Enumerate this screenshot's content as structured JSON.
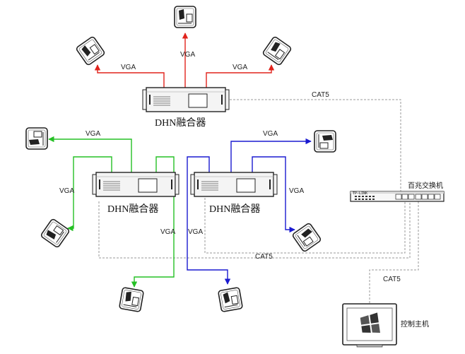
{
  "labels": {
    "vga": "VGA",
    "cat5": "CAT5",
    "fusion_device": "DHN融合器",
    "switch_name": "百兆交换机",
    "switch_model": "TP-LINK",
    "host_name": "控制主机"
  },
  "colors": {
    "top_cables": "#e0231c",
    "left_cables": "#25c025",
    "right_cables": "#1a1ad0",
    "network": "#9a9a9a"
  },
  "icons": {
    "projector": "projector-icon",
    "fusion_unit": "rack-device-icon",
    "switch": "network-switch-icon",
    "host": "monitor-icon"
  }
}
